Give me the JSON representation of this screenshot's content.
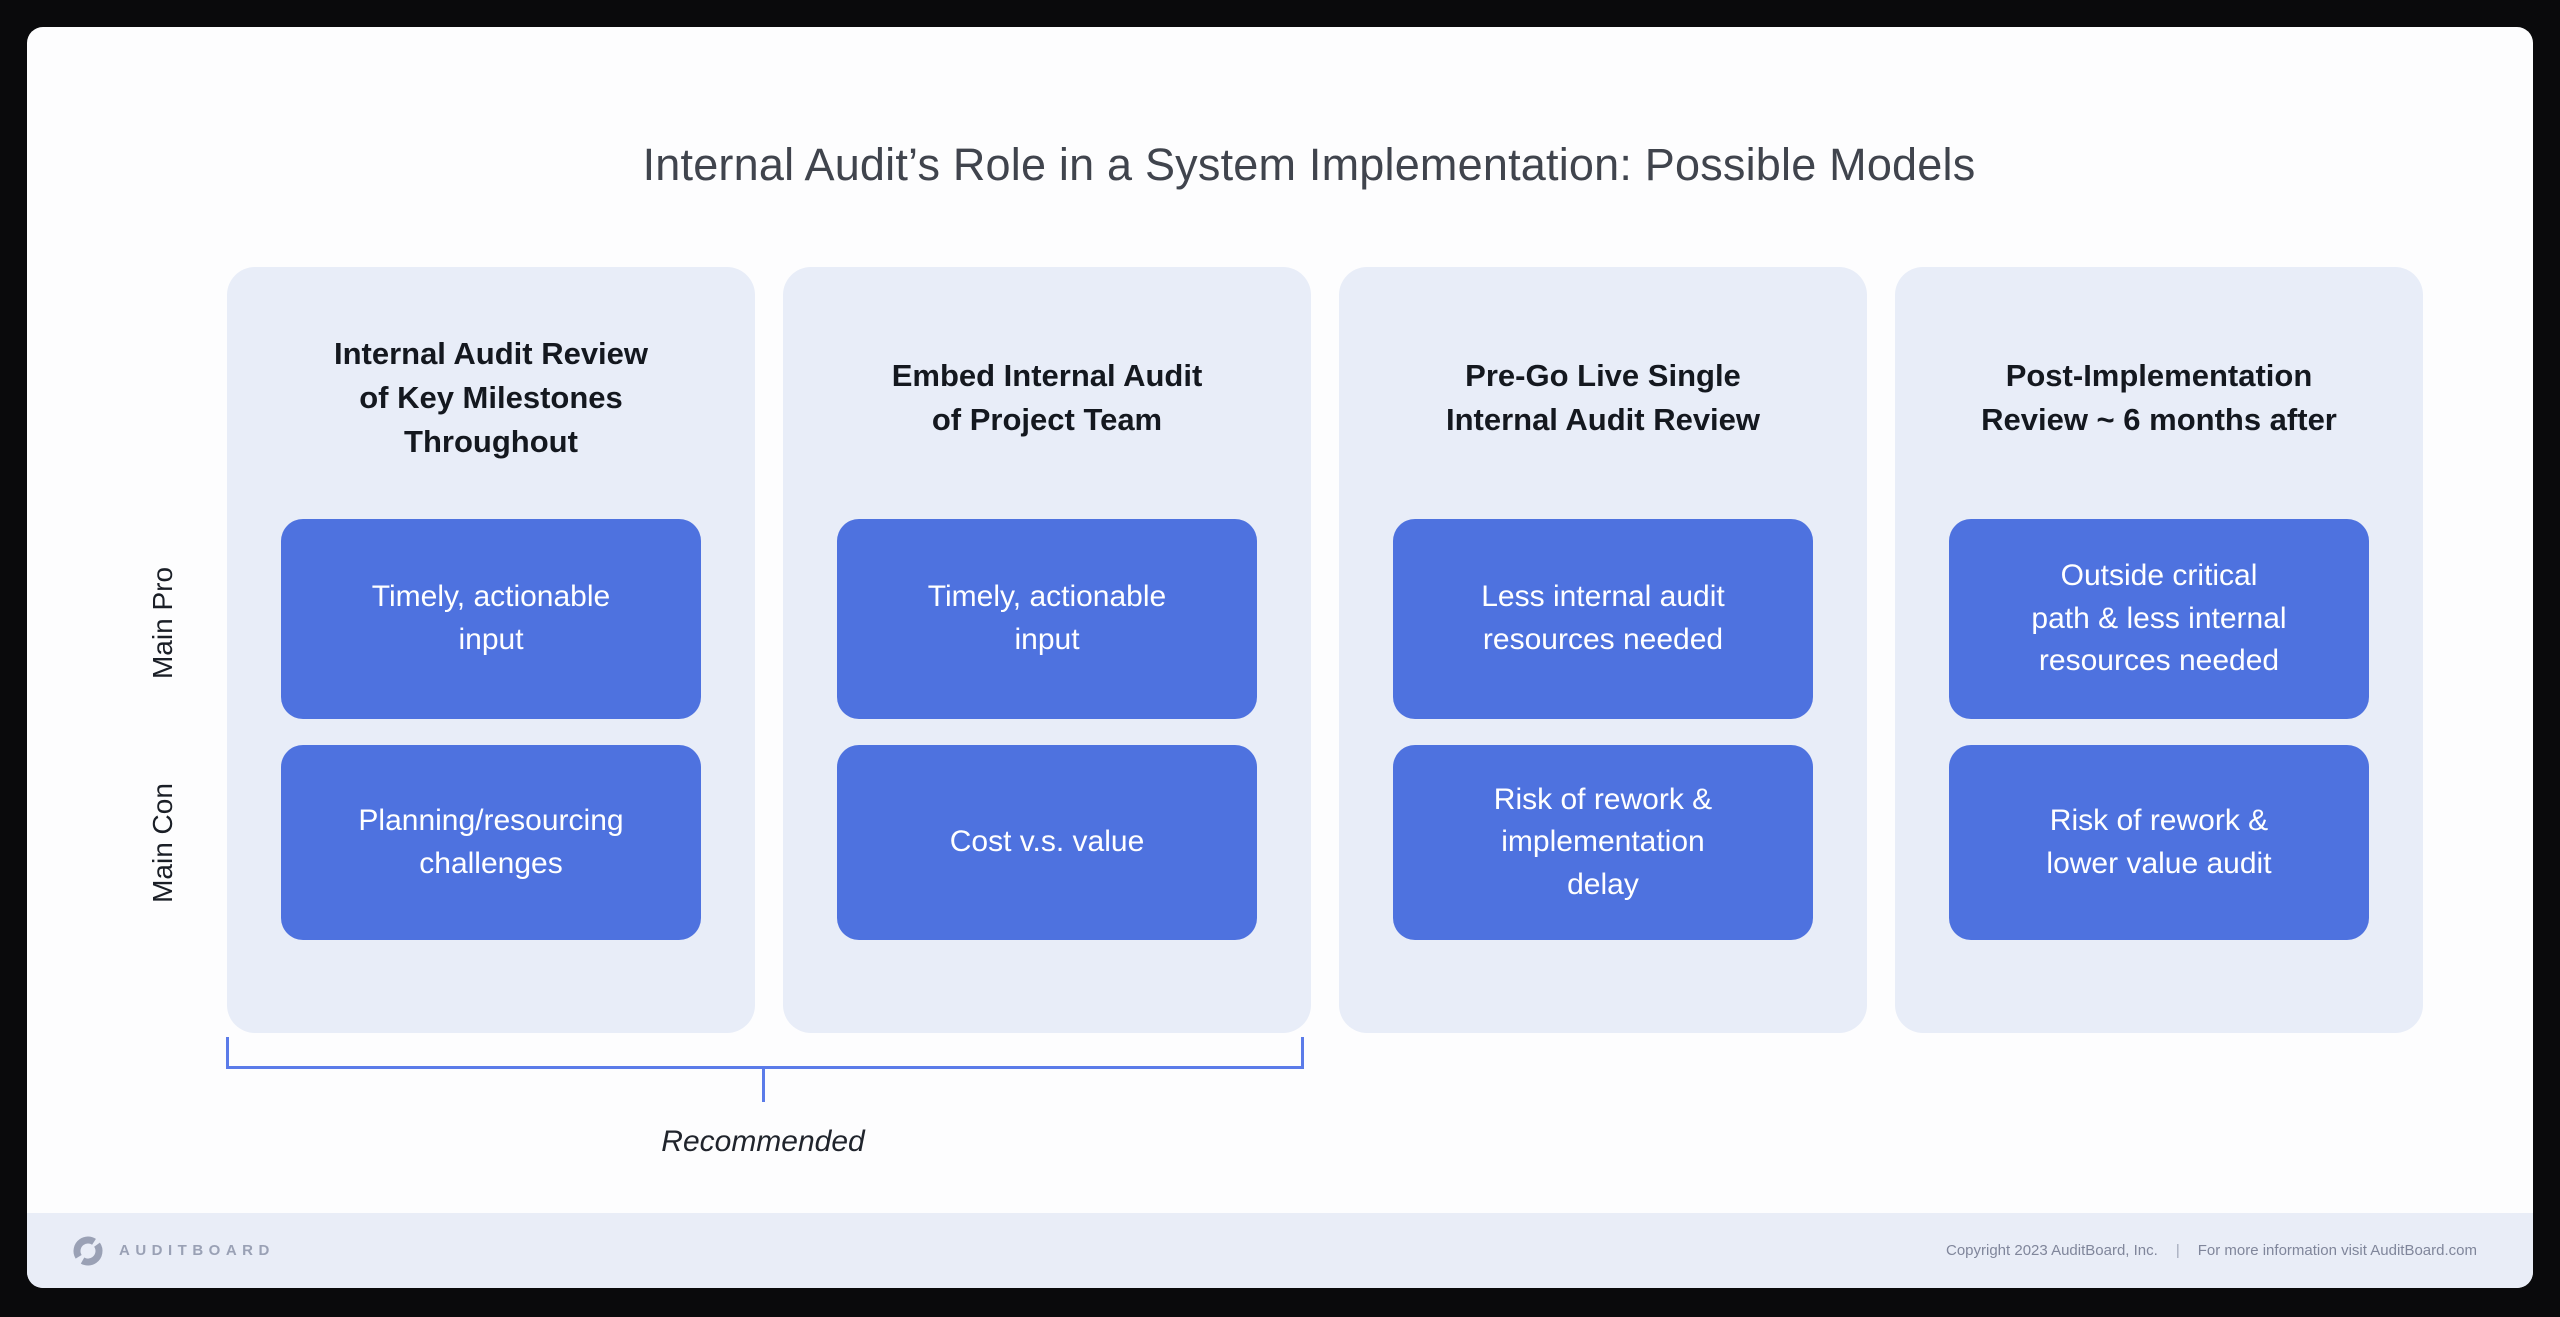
{
  "title": "Internal Audit’s Role in a System Implementation: Possible Models",
  "row_labels": {
    "pro": "Main Pro",
    "con": "Main Con"
  },
  "columns": [
    {
      "header": "Internal Audit Review\nof Key Milestones\nThroughout",
      "pro": "Timely, actionable\ninput",
      "con": "Planning/resourcing\nchallenges"
    },
    {
      "header": "Embed Internal Audit\nof Project Team",
      "pro": "Timely, actionable\ninput",
      "con": "Cost v.s. value"
    },
    {
      "header": "Pre-Go Live Single\nInternal Audit Review",
      "pro": "Less internal audit\nresources needed",
      "con": "Risk of rework &\nimplementation\ndelay"
    },
    {
      "header": "Post-Implementation\nReview ~ 6 months after",
      "pro": "Outside critical\npath & less internal\nresources needed",
      "con": "Risk of rework &\nlower value audit"
    }
  ],
  "annotation": {
    "label": "Recommended"
  },
  "footer": {
    "brand": "AUDITBOARD",
    "brand_icon": "auditboard-swirl-icon",
    "copyright": "Copyright 2023 AuditBoard, Inc.",
    "divider": "|",
    "info": "For more information visit AuditBoard.com"
  },
  "colors": {
    "accent_blue": "#4E72DF",
    "card_bg": "#E8EDF8",
    "bracket_blue": "#5B7BE9",
    "footer_bg": "#E9EDF7",
    "slide_bg": "#FDFDFE",
    "frame_bg": "#0A0A0C",
    "title_text": "#40444D",
    "header_text": "#14181F",
    "footer_text": "#80869B"
  }
}
